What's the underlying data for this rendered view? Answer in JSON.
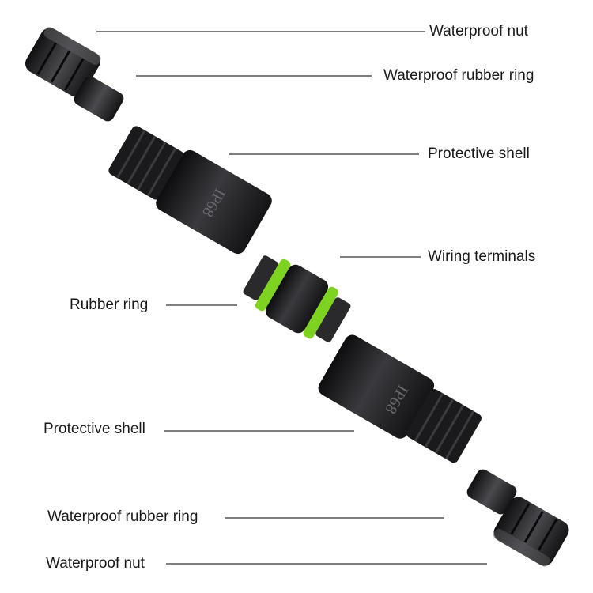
{
  "labels": {
    "waterproof_nut_top": "Waterproof nut",
    "waterproof_rubber_ring_top": "Waterproof rubber ring",
    "protective_shell_top": "Protective shell",
    "wiring_terminals": "Wiring terminals",
    "rubber_ring": "Rubber ring",
    "protective_shell_bottom": "Protective shell",
    "waterproof_rubber_ring_bottom": "Waterproof rubber ring",
    "waterproof_nut_bottom": "Waterproof nut"
  },
  "shell_marking": "IP68",
  "colors": {
    "part_body": "#1c1c1e",
    "part_highlight": "#4a4a4e",
    "seal_ring_accent": "#7ed321"
  }
}
